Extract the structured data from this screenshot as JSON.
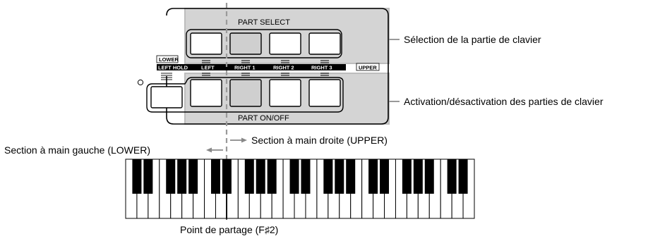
{
  "panel": {
    "part_select_label": "PART SELECT",
    "part_on_off_label": "PART ON/OFF",
    "lower_tag": "LOWER",
    "upper_tag": "UPPER",
    "part_names": [
      "LEFT HOLD",
      "LEFT",
      "RIGHT 1",
      "RIGHT 2",
      "RIGHT 3"
    ]
  },
  "callouts": {
    "part_select": "Sélection de la partie de clavier",
    "part_on_off": "Activation/désactivation des parties de clavier",
    "right_section": "Section à main droite (UPPER)",
    "left_section": "Section à main gauche (LOWER)",
    "split_point": "Point de partage (F♯2)"
  },
  "colors": {
    "highlight": "#cccccc",
    "highlight_border": "#b0b0b0",
    "frame": "#000000",
    "split_line": "#999999",
    "pressed_button": "#d0d0d0"
  },
  "keyboard": {
    "split_key": "F#2"
  }
}
